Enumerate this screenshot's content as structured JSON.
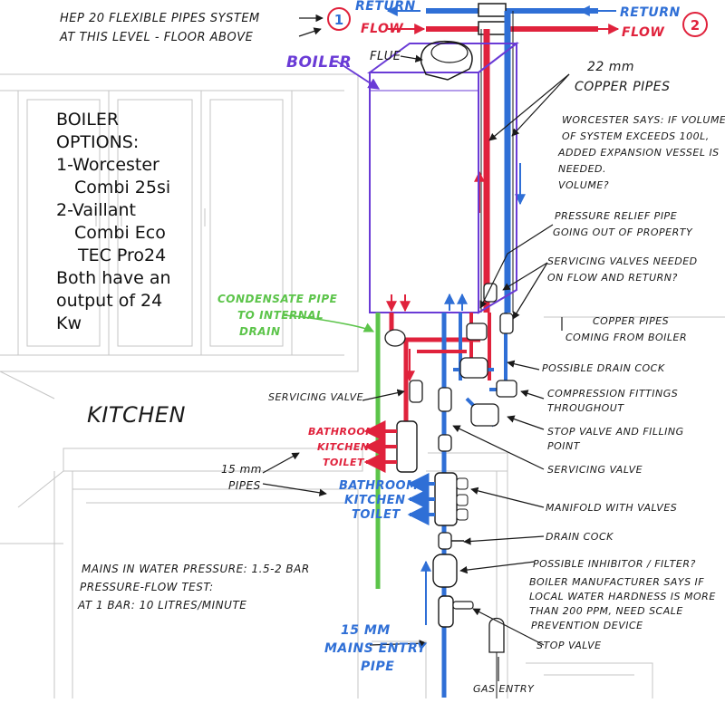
{
  "colors": {
    "flow_red": "#e0223c",
    "return_blue": "#2f6fd6",
    "condensate_green": "#5cc44a",
    "boiler_purple": "#6a3bd6",
    "ink": "#1a1a1a",
    "pencil": "#b8b8b8"
  },
  "top": {
    "hep_label_line1": "HEP 20 FLEXIBLE PIPES SYSTEM",
    "hep_label_line2": "AT THIS LEVEL - FLOOR ABOVE",
    "return_left": "RETURN",
    "flow_left": "FLOW",
    "return_right": "RETURN",
    "flow_right": "FLOW",
    "marker_1": "1",
    "marker_2": "2"
  },
  "boiler": {
    "label": "BOILER",
    "flue_label": "FLUE",
    "copper_label_line1": "22 mm",
    "copper_label_line2": "COPPER PIPES"
  },
  "options": {
    "lines": [
      "BOILER",
      "OPTIONS:",
      "1-Worcester",
      "Combi 25si",
      "2-Vaillant",
      "Combi Eco",
      "TEC Pro24",
      "Both have an",
      "output of 24",
      "Kw"
    ]
  },
  "notes": {
    "worcester_lines": [
      "WORCESTER SAYS: IF VOLUME",
      "OF SYSTEM EXCEEDS 100L,",
      "ADDED EXPANSION VESSEL IS",
      "NEEDED.",
      "VOLUME?"
    ],
    "pressure_relief_lines": [
      "PRESSURE RELIEF PIPE",
      "GOING OUT OF PROPERTY"
    ],
    "servicing_valves_lines": [
      "SERVICING VALVES NEEDED",
      "ON FLOW AND RETURN?"
    ],
    "condensate_lines": [
      "CONDENSATE PIPE",
      "TO INTERNAL",
      "DRAIN"
    ],
    "copper_from_boiler_lines": [
      "COPPER PIPES",
      "COMING FROM BOILER"
    ],
    "drain_cock_possible": "POSSIBLE DRAIN COCK",
    "compression_lines": [
      "COMPRESSION FITTINGS",
      "THROUGHOUT"
    ],
    "stop_filling_lines": [
      "STOP VALVE AND FILLING",
      "POINT"
    ],
    "servicing_valve_left": "SERVICING VALVE",
    "servicing_valve_right": "SERVICING VALVE",
    "manifold": "MANIFOLD WITH VALVES",
    "drain_cock": "DRAIN COCK",
    "inhibitor": "POSSIBLE INHIBITOR / FILTER?",
    "hardness_lines": [
      "BOILER MANUFACTURER SAYS IF",
      "LOCAL WATER HARDNESS IS MORE",
      "THAN 200 PPM, NEED SCALE",
      "PREVENTION DEVICE"
    ],
    "stop_valve": "STOP VALVE",
    "gas_entry": "GAS ENTRY",
    "kitchen": "KITCHEN",
    "pipes_15_lines": [
      "15 mm",
      "PIPES"
    ],
    "mains_entry_lines": [
      "15 MM",
      "MAINS ENTRY",
      "PIPE"
    ],
    "hot_outlets": [
      "BATHROOM",
      "KITCHEN",
      "TOILET"
    ],
    "cold_outlets": [
      "BATHROOM",
      "KITCHEN",
      "TOILET"
    ],
    "mains_pressure_lines": [
      "MAINS IN WATER PRESSURE: 1.5-2 BAR",
      "PRESSURE-FLOW TEST:",
      "AT 1 BAR: 10 LITRES/MINUTE"
    ]
  }
}
